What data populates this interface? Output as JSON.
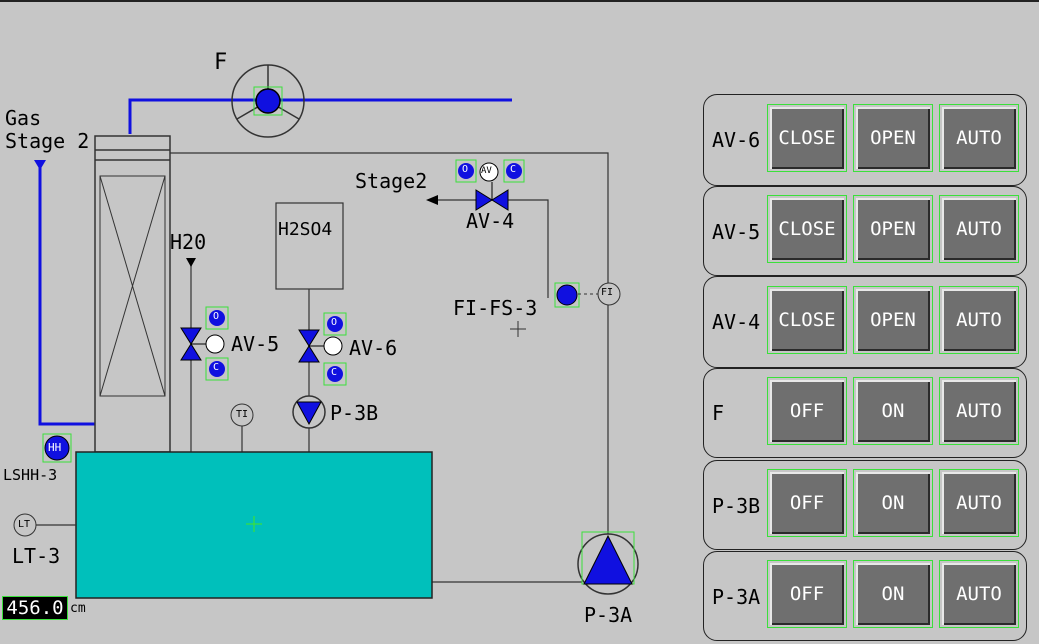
{
  "colors": {
    "background": "#c6c6c6",
    "tank": "#00c0bb",
    "accent_blue": "#1010e0",
    "button": "#6f6f6f",
    "select_outline": "#3be03b"
  },
  "diagram": {
    "fan_label": "F",
    "gas_label_line1": "Gas",
    "gas_label_line2": "Stage 2",
    "stage2_label": "Stage2",
    "h2o_label": "H20",
    "h2so4_label": "H2SO4",
    "av4_label": "AV-4",
    "av5_label": "AV-5",
    "av6_label": "AV-6",
    "p3b_label": "P-3B",
    "p3a_label": "P-3A",
    "fi_label": "FI-FS-3",
    "fi_tag": "FI",
    "ti_tag": "TI",
    "lt_tag": "LT",
    "lt_label": "LT-3",
    "lshh_label": "LSHH-3",
    "hh_badge": "HH",
    "av_tag": "AV",
    "open_badge": "O",
    "close_badge": "C",
    "level_value": "456.0",
    "level_unit": "cm"
  },
  "controls": [
    {
      "name": "AV-6",
      "buttons": [
        "CLOSE",
        "OPEN",
        "AUTO"
      ]
    },
    {
      "name": "AV-5",
      "buttons": [
        "CLOSE",
        "OPEN",
        "AUTO"
      ]
    },
    {
      "name": "AV-4",
      "buttons": [
        "CLOSE",
        "OPEN",
        "AUTO"
      ]
    },
    {
      "name": "F",
      "buttons": [
        "OFF",
        "ON",
        "AUTO"
      ]
    },
    {
      "name": "P-3B",
      "buttons": [
        "OFF",
        "ON",
        "AUTO"
      ]
    },
    {
      "name": "P-3A",
      "buttons": [
        "OFF",
        "ON",
        "AUTO"
      ]
    }
  ]
}
